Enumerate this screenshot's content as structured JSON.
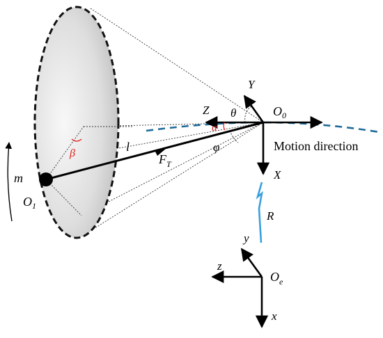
{
  "labels": {
    "Y": "Y",
    "Z": "Z",
    "theta": "θ",
    "O0_main": "O",
    "O0_sub": "0",
    "alpha": "α",
    "phi": "φ",
    "motion": "Motion direction",
    "X": "X",
    "R": "R",
    "l": "l",
    "FT_main": "F",
    "FT_sub": "T",
    "beta": "β",
    "m": "m",
    "O1_main": "O",
    "O1_sub": "1",
    "y": "y",
    "z": "z",
    "Oe_main": "O",
    "Oe_sub": "e",
    "x": "x"
  },
  "colors": {
    "ink": "#000000",
    "accent_blue": "#1f6b9a",
    "cable_blue": "#3aa0dc",
    "angle_red": "#e0201b",
    "disc_light": "#f6f6f6",
    "disc_dark": "#bdbdbd"
  }
}
